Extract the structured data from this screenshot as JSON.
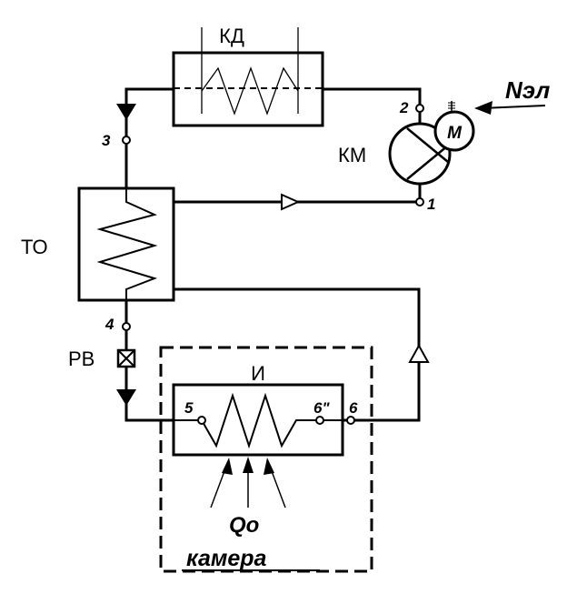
{
  "labels": {
    "condenser": "КД",
    "compressor": "КМ",
    "motor": "М",
    "power": "Nэл",
    "heat_exchanger": "ТО",
    "valve": "РВ",
    "evaporator": "И",
    "heat_load": "Qo",
    "chamber": "камера"
  },
  "points": {
    "p1": "1",
    "p2": "2",
    "p3": "3",
    "p4": "4",
    "p5": "5",
    "p6pp": "6\"",
    "p6": "6"
  },
  "colors": {
    "line": "#000000",
    "background": "#ffffff"
  }
}
